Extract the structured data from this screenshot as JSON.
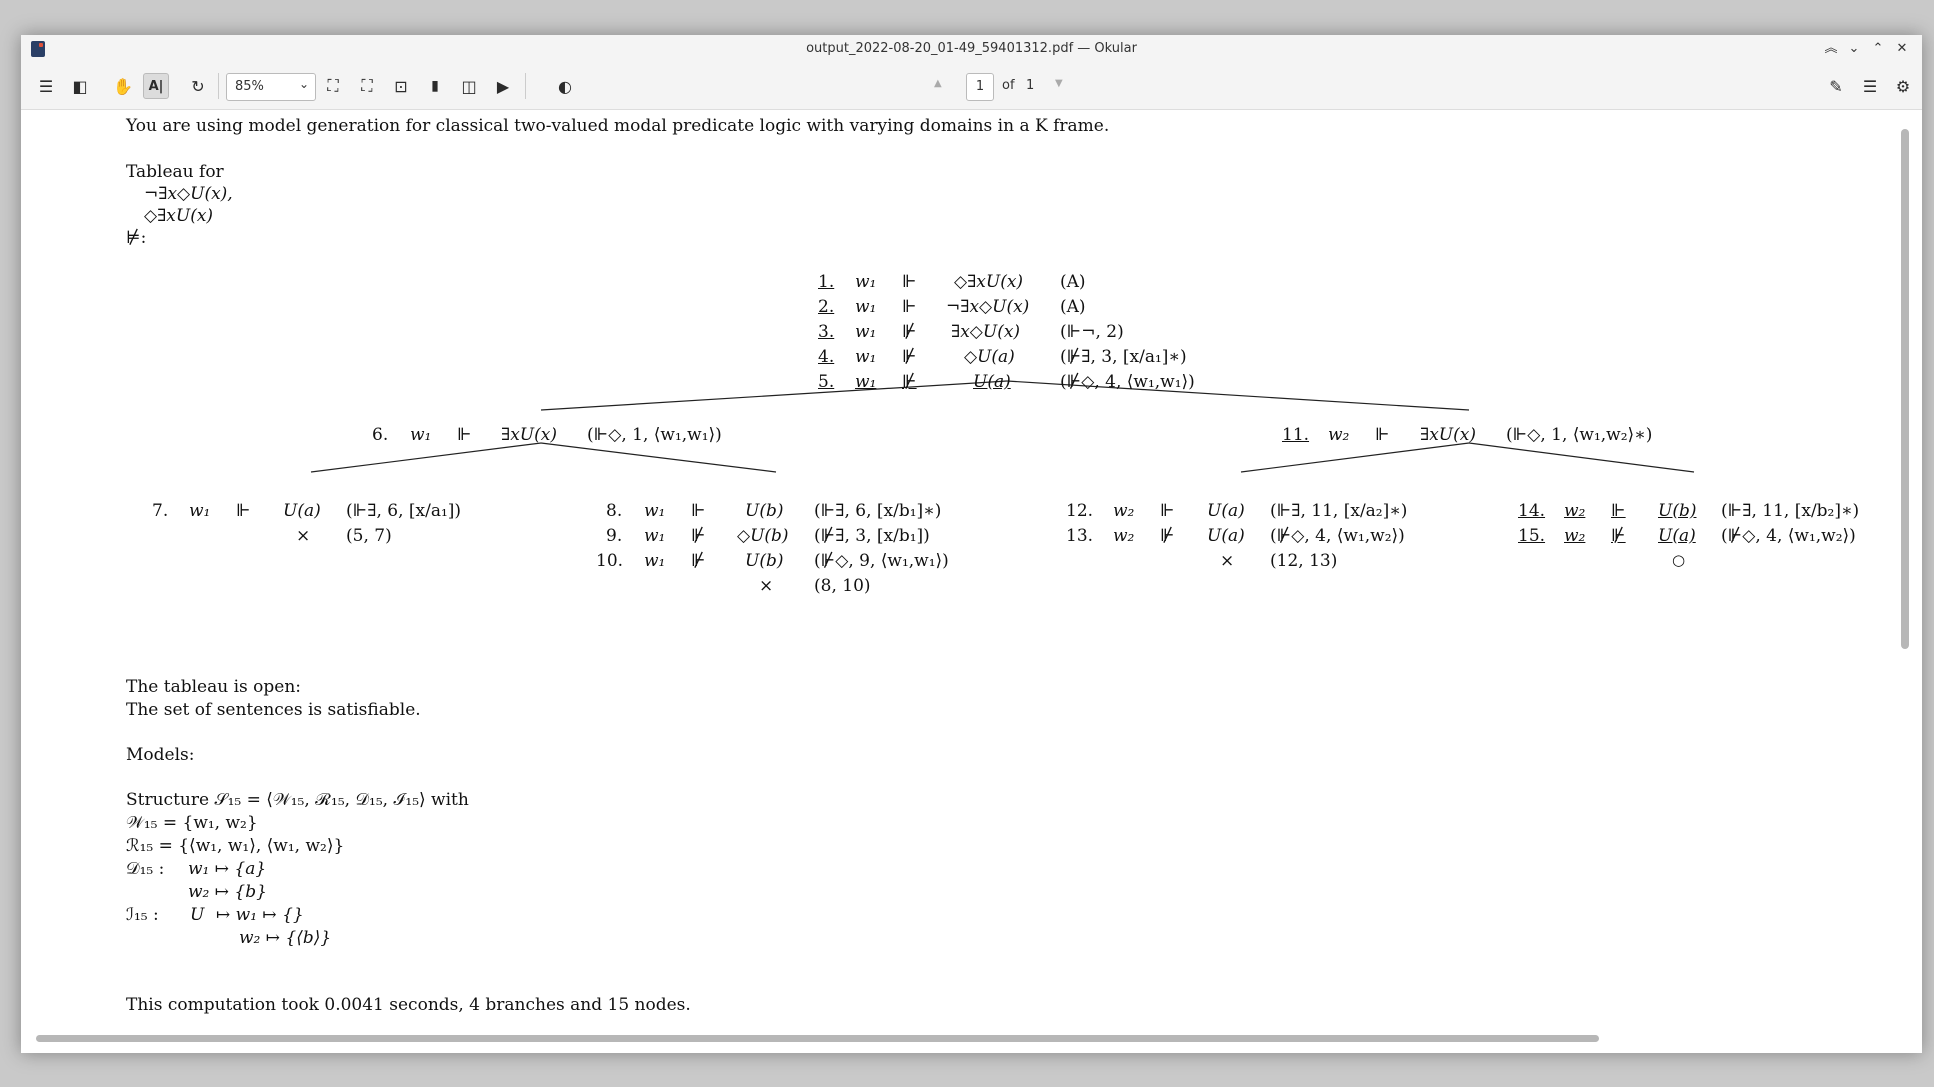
{
  "window": {
    "title": "output_2022-08-20_01-49_59401312.pdf — Okular"
  },
  "toolbar": {
    "zoom": "85%",
    "page_current": "1",
    "page_of": "of",
    "page_total": "1"
  },
  "doc": {
    "intro": "You are using model generation for classical two-valued modal predicate logic with varying domains in a K frame.",
    "tableau_for": "Tableau for",
    "premise1": "¬∃x◇U(x),",
    "premise2": "◇∃xU(x)",
    "nvdash": "⊭:",
    "root": [
      {
        "n": "1.",
        "w": "w₁",
        "r": "⊩",
        "f": "◇∃xU(x)",
        "j": "(A)"
      },
      {
        "n": "2.",
        "w": "w₁",
        "r": "⊩",
        "f": "¬∃x◇U(x)",
        "j": "(A)"
      },
      {
        "n": "3.",
        "w": "w₁",
        "r": "⊮",
        "f": "∃x◇U(x)",
        "j": "(⊩¬, 2)"
      },
      {
        "n": "4.",
        "w": "w₁",
        "r": "⊮",
        "f": "◇U(a)",
        "j": "(⊮∃, 3, [x/a₁]∗)"
      },
      {
        "n": "5.",
        "w": "w₁",
        "r": "⊮",
        "f": "U(a)",
        "j": "(⊮◇, 4, ⟨w₁,w₁⟩)"
      }
    ],
    "n6": {
      "n": "6.",
      "w": "w₁",
      "r": "⊩",
      "f": "∃xU(x)",
      "j": "(⊩◇, 1, ⟨w₁,w₁⟩)"
    },
    "n11": {
      "n": "11.",
      "w": "w₂",
      "r": "⊩",
      "f": "∃xU(x)",
      "j": "(⊩◇, 1, ⟨w₁,w₂⟩∗)"
    },
    "n7": {
      "n": "7.",
      "w": "w₁",
      "r": "⊩",
      "f": "U(a)",
      "j": "(⊩∃, 6, [x/a₁])"
    },
    "close7": {
      "x": "×",
      "j": "(5, 7)"
    },
    "b8": [
      {
        "n": "8.",
        "w": "w₁",
        "r": "⊩",
        "f": "U(b)",
        "j": "(⊩∃, 6, [x/b₁]∗)"
      },
      {
        "n": "9.",
        "w": "w₁",
        "r": "⊮",
        "f": "◇U(b)",
        "j": "(⊮∃, 3, [x/b₁])"
      },
      {
        "n": "10.",
        "w": "w₁",
        "r": "⊮",
        "f": "U(b)",
        "j": "(⊮◇, 9, ⟨w₁,w₁⟩)"
      }
    ],
    "close10": {
      "x": "×",
      "j": "(8, 10)"
    },
    "b12": [
      {
        "n": "12.",
        "w": "w₂",
        "r": "⊩",
        "f": "U(a)",
        "j": "(⊩∃, 11, [x/a₂]∗)"
      },
      {
        "n": "13.",
        "w": "w₂",
        "r": "⊮",
        "f": "U(a)",
        "j": "(⊮◇, 4, ⟨w₁,w₂⟩)"
      }
    ],
    "close13": {
      "x": "×",
      "j": "(12, 13)"
    },
    "b14": [
      {
        "n": "14.",
        "w": "w₂",
        "r": "⊩",
        "f": "U(b)",
        "j": "(⊩∃, 11, [x/b₂]∗)"
      },
      {
        "n": "15.",
        "w": "w₂",
        "r": "⊮",
        "f": "U(a)",
        "j": "(⊮◇, 4, ⟨w₁,w₂⟩)"
      }
    ],
    "open15": "○",
    "open": "The tableau is open:",
    "satisfiable": "The set of sentences is satisfiable.",
    "models": "Models:",
    "structure": "Structure 𝒮₁₅ = ⟨𝒲₁₅, ℛ₁₅, 𝒟₁₅, ℐ₁₅⟩ with",
    "W": "𝒲₁₅ = {w₁, w₂}",
    "R": "ℛ₁₅ = {⟨w₁, w₁⟩, ⟨w₁, w₂⟩}",
    "D_label": "𝒟₁₅ :",
    "D1": "w₁ ↦ {a}",
    "D2": "w₂ ↦ {b}",
    "I_label": "ℐ₁₅ :",
    "I_pred": "U",
    "I1": "↦ w₁ ↦ {}",
    "I2": "w₂ ↦ {⟨b⟩}",
    "footer": "This computation took 0.0041 seconds, 4 branches and 15 nodes."
  }
}
